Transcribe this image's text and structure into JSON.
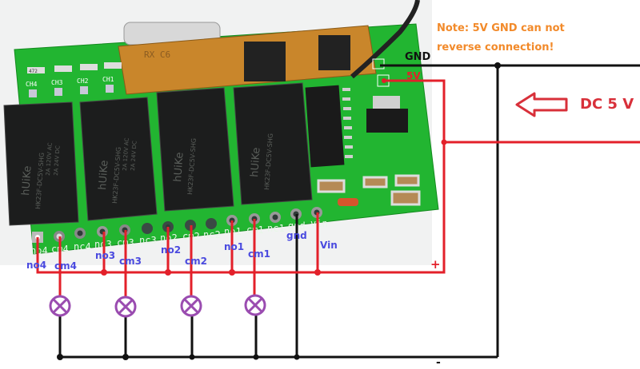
{
  "note": {
    "line1": "Note: 5V GND can not",
    "line2": "reverse connection!"
  },
  "power": {
    "gnd_label": "GND",
    "v5_label": "5V",
    "dc_label": "DC 5 V",
    "plus": "+",
    "minus": "-"
  },
  "board": {
    "module_marking": "RX C6",
    "resistor_marking": "472",
    "led_labels": [
      "CH4",
      "CH3",
      "CH2",
      "CH1"
    ],
    "relay": {
      "brand": "hUiKe",
      "model": "HK23F-DC5V-SHG",
      "rating1": "2A 120V AC",
      "rating2": "2A 24V DC"
    },
    "silkscreen": [
      "no4",
      "cm4",
      "nc4",
      "no3",
      "cm3",
      "nc3",
      "no2",
      "cm2",
      "nc2",
      "no1",
      "cm1",
      "nc1",
      "gnd",
      "vin"
    ]
  },
  "pins": {
    "no4": "no4",
    "cm4": "cm4",
    "no3": "no3",
    "cm3": "cm3",
    "no2": "no2",
    "cm2": "cm2",
    "no1": "no1",
    "cm1": "cm1",
    "gnd": "gnd",
    "vin": "Vin"
  },
  "colors": {
    "pcb": "#1fb330",
    "wire_positive": "#e3202a",
    "wire_negative": "#111111",
    "lamp": "#9a4cb0",
    "pin_label": "#4a4adf",
    "note": "#f28a2a"
  },
  "lamps": [
    "lamp-4",
    "lamp-3",
    "lamp-2",
    "lamp-1"
  ]
}
